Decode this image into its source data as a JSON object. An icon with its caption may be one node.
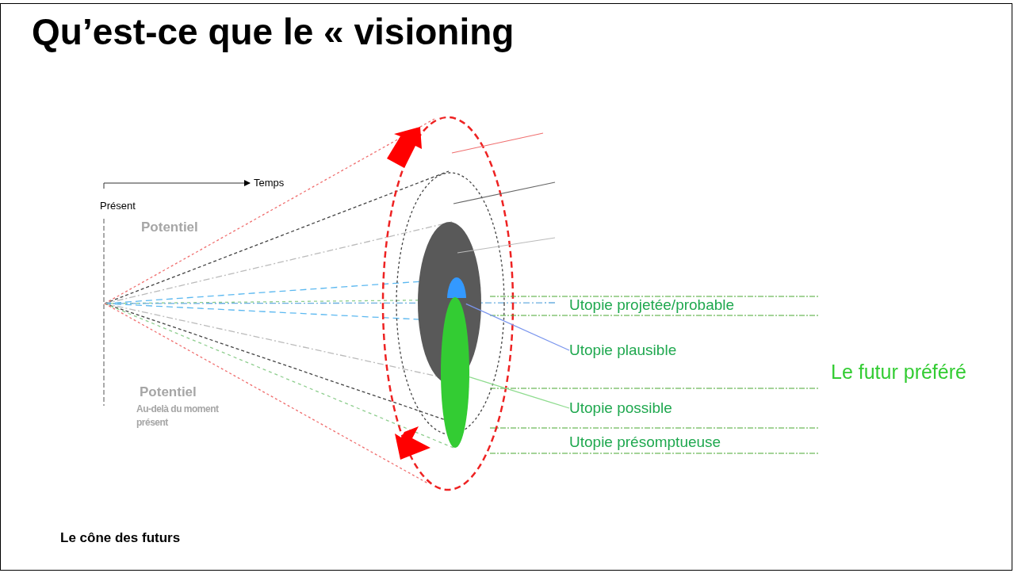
{
  "diagram": {
    "title": "Qu’est-ce que le « visioning",
    "caption": "Le cône des futurs",
    "nodes": [
      {
        "text": [
          "Utopie plausible"
        ]
      },
      {
        "text": [
          "Utopie possible"
        ]
      },
      {
        "text": [],
        "shape": "circle"
      },
      {
        "text": [],
        "shape": "circle"
      }
    ],
    "edges": [
      {
        "from": 0,
        "to": 2,
        "arrow": "none",
        "color": "#7b96ee"
      },
      {
        "from": 1,
        "to": 3,
        "arrow": "none",
        "color": "#8fdc8f"
      }
    ],
    "labels": [
      "Temps",
      "Présent",
      "Potentiel",
      "Potentiel",
      "Au-delà du moment présent",
      "Utopie projetée/probable",
      "Utopie présomptueuse",
      "Le futur préféré"
    ]
  }
}
